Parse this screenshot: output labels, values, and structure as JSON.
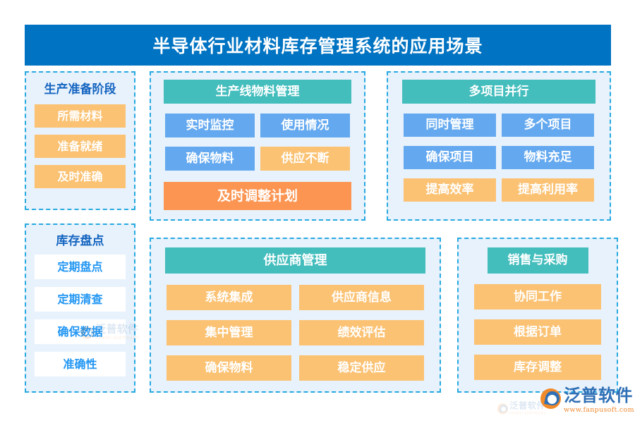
{
  "header": {
    "title": "半导体行业材料库存管理系统的应用场景",
    "bar_color": "#0073c2"
  },
  "palette": {
    "teal": "#44bdbd",
    "blue": "#64a9f0",
    "orange": "#fbc273",
    "deep_orange": "#fc9552",
    "white_chip_text": "#2196f3",
    "panel_bg": "#e8f2fc",
    "panel_border": "#27a9e0",
    "plain_head_text": "#1565c0"
  },
  "panels": {
    "prep": {
      "heading": "生产准备阶段",
      "items": [
        {
          "label": "所需材料",
          "style": "orange"
        },
        {
          "label": "准备就绪",
          "style": "orange"
        },
        {
          "label": "及时准确",
          "style": "orange"
        }
      ]
    },
    "count": {
      "heading": "库存盘点",
      "items": [
        {
          "label": "定期盘点",
          "style": "white"
        },
        {
          "label": "定期清查",
          "style": "white"
        },
        {
          "label": "确保数据",
          "style": "white"
        },
        {
          "label": "准确性",
          "style": "white"
        }
      ]
    },
    "line": {
      "heading": "生产线物料管理",
      "rows": [
        [
          {
            "label": "实时监控",
            "style": "blue"
          },
          {
            "label": "使用情况",
            "style": "blue"
          }
        ],
        [
          {
            "label": "确保物料",
            "style": "blue"
          },
          {
            "label": "供应不断",
            "style": "orange"
          }
        ]
      ],
      "footer": {
        "label": "及时调整计划",
        "style": "deep"
      }
    },
    "multi": {
      "heading": "多项目并行",
      "rows": [
        [
          {
            "label": "同时管理",
            "style": "blue"
          },
          {
            "label": "多个项目",
            "style": "blue"
          }
        ],
        [
          {
            "label": "确保项目",
            "style": "blue"
          },
          {
            "label": "物料充足",
            "style": "blue"
          }
        ],
        [
          {
            "label": "提高效率",
            "style": "orange"
          },
          {
            "label": "提高利用率",
            "style": "orange"
          }
        ]
      ]
    },
    "supplier": {
      "heading": "供应商管理",
      "rows": [
        [
          {
            "label": "系统集成",
            "style": "orange"
          },
          {
            "label": "供应商信息",
            "style": "orange"
          }
        ],
        [
          {
            "label": "集中管理",
            "style": "orange"
          },
          {
            "label": "绩效评估",
            "style": "orange"
          }
        ],
        [
          {
            "label": "确保物料",
            "style": "orange"
          },
          {
            "label": "稳定供应",
            "style": "orange"
          }
        ]
      ]
    },
    "sales": {
      "heading": "销售与采购",
      "items": [
        {
          "label": "协同工作",
          "style": "orange"
        },
        {
          "label": "根据订单",
          "style": "orange"
        },
        {
          "label": "库存调整",
          "style": "orange"
        }
      ]
    }
  },
  "logo": {
    "name": "泛普软件",
    "url": "www.fanpusoft.com"
  },
  "watermark": {
    "name": "泛普软件",
    "url": "FANPU SOFTWARE"
  }
}
